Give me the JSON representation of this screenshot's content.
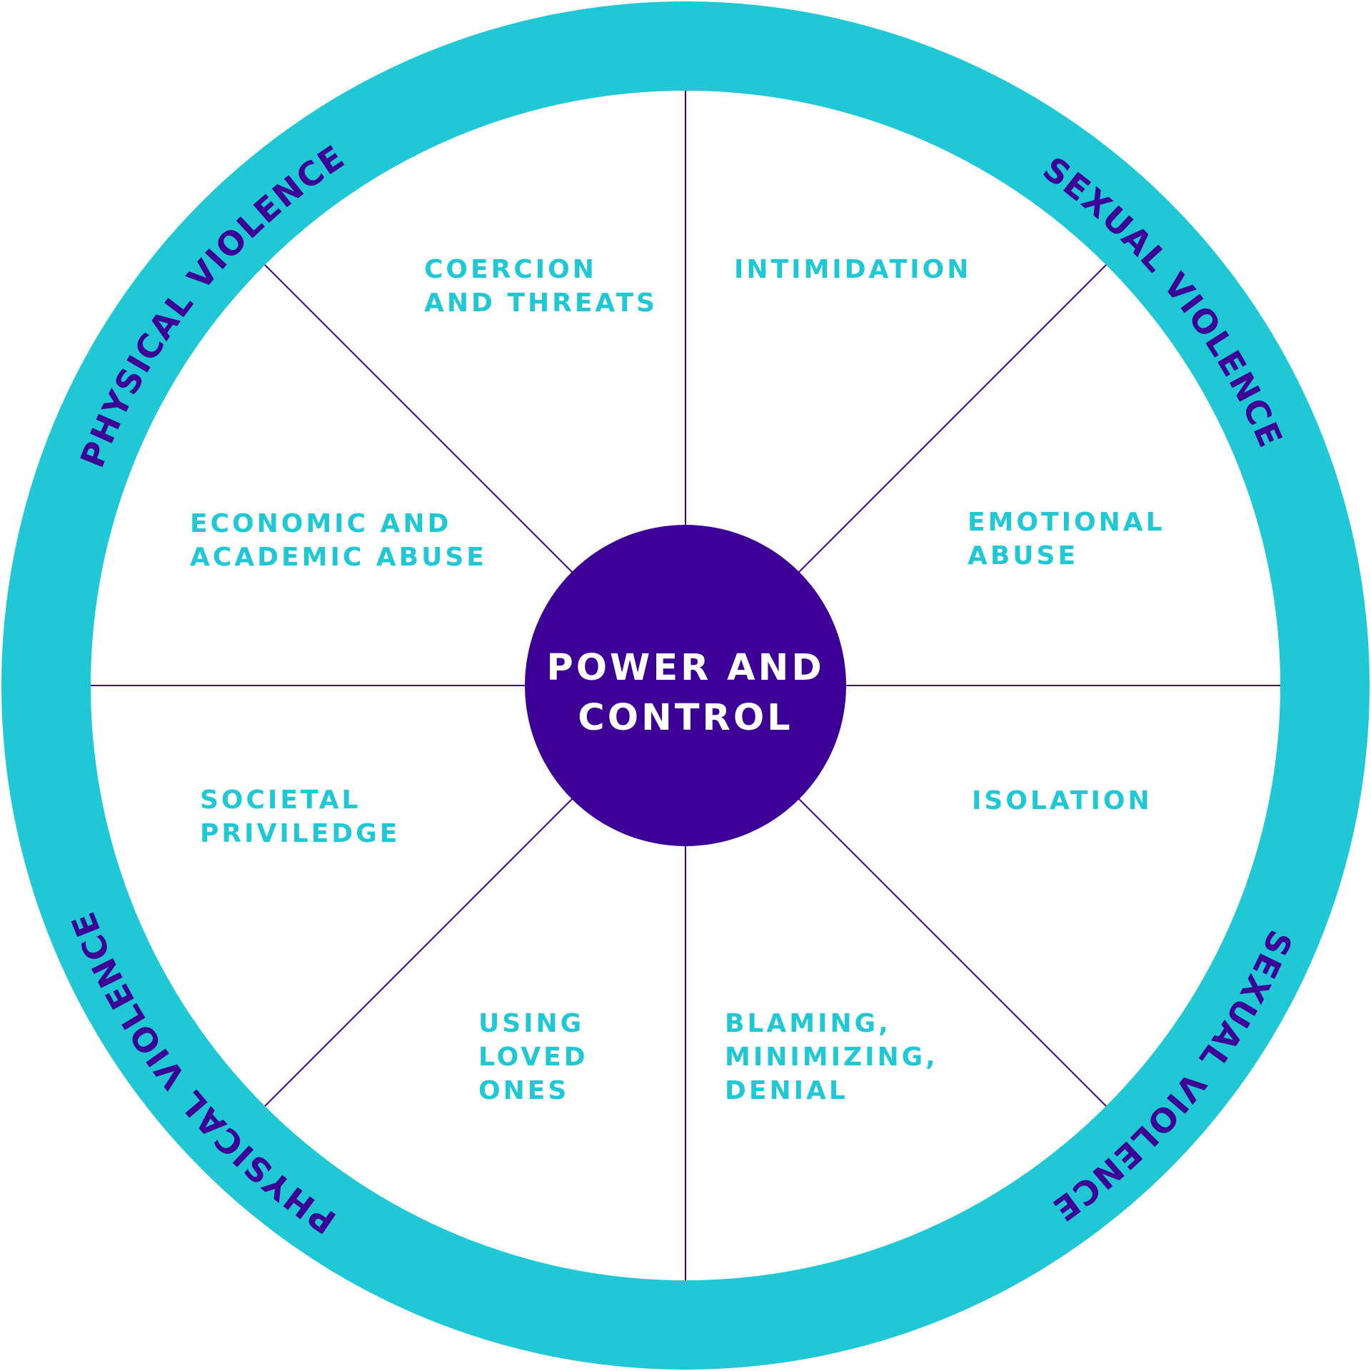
{
  "colors": {
    "rim": "#1fc8d4",
    "hub": "#3d0096",
    "spoke": "#3d0096",
    "segment_text": "#1fc8d4",
    "hub_text": "#ffffff",
    "rim_text": "#3d0096",
    "background": "#ffffff"
  },
  "center": {
    "line1": "POWER AND",
    "line2": "CONTROL"
  },
  "rim_labels": {
    "top_left": "PHYSICAL VIOLENCE",
    "top_right": "SEXUAL VIOLENCE",
    "bottom_left": "PHYSICAL VIOLENCE",
    "bottom_right": "SEXUAL VIOLENCE"
  },
  "segments": {
    "coercion": [
      "COERCION",
      "AND THREATS"
    ],
    "intimidation": [
      "INTIMIDATION"
    ],
    "emotional": [
      "EMOTIONAL",
      "ABUSE"
    ],
    "isolation": [
      "ISOLATION"
    ],
    "blaming": [
      "BLAMING,",
      "MINIMIZING,",
      "DENIAL"
    ],
    "loved_ones": [
      "USING",
      "LOVED",
      "ONES"
    ],
    "privilege": [
      "SOCIETAL",
      "PRIVILEDGE"
    ],
    "economic": [
      "ECONOMIC AND",
      "ACADEMIC ABUSE"
    ]
  }
}
